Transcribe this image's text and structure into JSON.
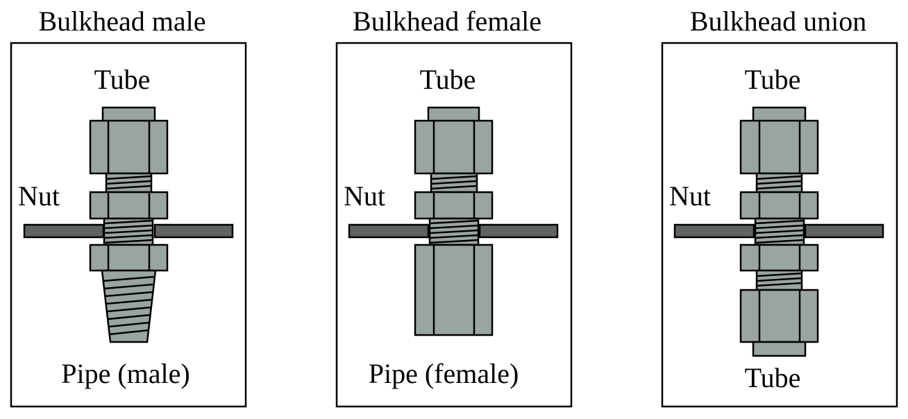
{
  "panels": [
    {
      "title": "Bulkhead male",
      "top_label": "Tube",
      "side_label": "Nut",
      "bottom_label": "Pipe (male)"
    },
    {
      "title": "Bulkhead female",
      "top_label": "Tube",
      "side_label": "Nut",
      "bottom_label": "Pipe (female)"
    },
    {
      "title": "Bulkhead union",
      "top_label": "Tube",
      "side_label": "Nut",
      "bottom_label": "Tube"
    }
  ],
  "colors": {
    "fitting_body": "#9aa5a3",
    "bulkhead_plate": "#5f6463",
    "outline": "#000000"
  }
}
